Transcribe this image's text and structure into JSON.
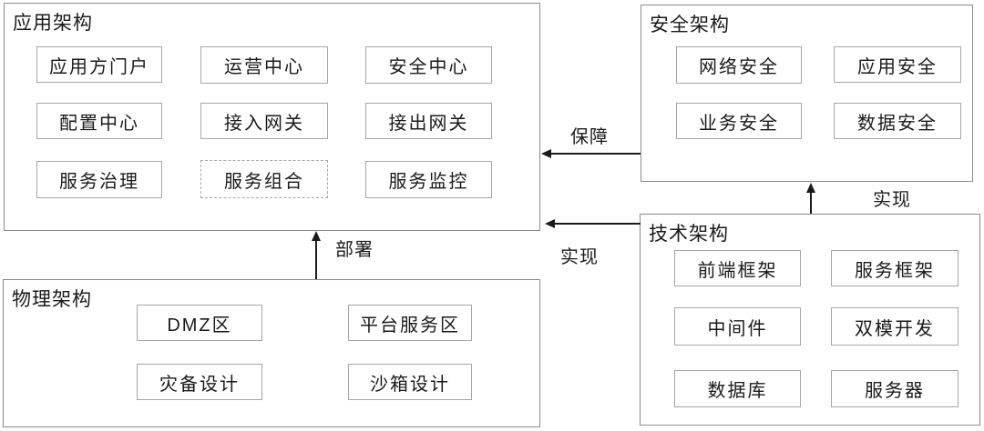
{
  "groups": {
    "application": {
      "title": "应用架构",
      "items": [
        "应用方门户",
        "运营中心",
        "安全中心",
        "配置中心",
        "接入网关",
        "接出网关",
        "服务治理",
        "服务组合",
        "服务监控"
      ]
    },
    "security": {
      "title": "安全架构",
      "items": [
        "网络安全",
        "应用安全",
        "业务安全",
        "数据安全"
      ]
    },
    "technology": {
      "title": "技术架构",
      "items": [
        "前端框架",
        "服务框架",
        "中间件",
        "双模开发",
        "数据库",
        "服务器"
      ]
    },
    "physical": {
      "title": "物理架构",
      "items": [
        "DMZ区",
        "平台服务区",
        "灾备设计",
        "沙箱设计"
      ]
    }
  },
  "arrows": {
    "guarantee": {
      "label": "保障",
      "from": "安全架构",
      "to": "应用架构"
    },
    "realize_security": {
      "label": "实现",
      "from": "技术架构",
      "to": "安全架构"
    },
    "realize_application": {
      "label": "实现",
      "from": "技术架构",
      "to": "应用架构"
    },
    "deploy": {
      "label": "部署",
      "from": "物理架构",
      "to": "应用架构"
    }
  },
  "colors": {
    "group_border": "#8c8c8c",
    "item_border": "#a6a6a6",
    "dashed_border": "#a6a6a6",
    "arrow": "#1a1a1a",
    "text": "#1a1a1a",
    "background": "#ffffff"
  }
}
